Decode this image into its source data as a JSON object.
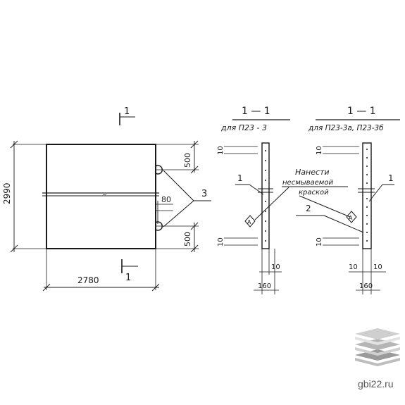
{
  "plan": {
    "section_mark": "1",
    "dim_width": "2780",
    "dim_height": "2990",
    "dim_top_gap": "500",
    "dim_bottom_gap": "500",
    "dim_middle": "80",
    "callout_loops": "3"
  },
  "section_left": {
    "title": "1 — 1",
    "subtitle": "для  П23 - 3",
    "dim_top": "10",
    "dim_bottom": "10",
    "dim_right": "10",
    "dim_width": "160",
    "callout": "1"
  },
  "section_right": {
    "title": "1 — 1",
    "subtitle": "для  П23-3а, П23-3б",
    "dim_top": "10",
    "dim_bottom": "10",
    "dim_left": "10",
    "dim_right": "10",
    "dim_width": "160",
    "callout_1": "1",
    "callout_2": "2"
  },
  "note": {
    "line1": "Нанести",
    "line2": "несмываемой",
    "line3": "краской",
    "marker": "А"
  },
  "watermark": {
    "site": "gbi22.ru"
  }
}
